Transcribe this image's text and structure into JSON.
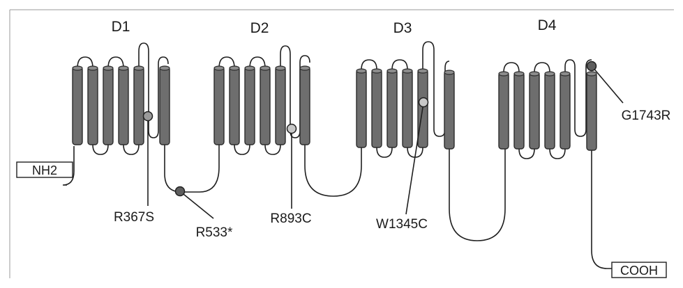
{
  "domains": [
    {
      "label": "D1"
    },
    {
      "label": "D2"
    },
    {
      "label": "D3"
    },
    {
      "label": "D4"
    }
  ],
  "termini": {
    "n_terminus": "NH2",
    "c_terminus": "COOH"
  },
  "mutations": [
    {
      "label": "R367S",
      "domain": "D1",
      "location": "segment S5-S6",
      "color": "#9a9a9a"
    },
    {
      "label": "R533*",
      "domain": "D1-D2 linker",
      "location": "intracellular linker",
      "color": "#5e5e5e"
    },
    {
      "label": "R893C",
      "domain": "D2",
      "location": "segment S5-S6",
      "color": "#c8c8c8"
    },
    {
      "label": "W1345C",
      "domain": "D3",
      "location": "segment S5-S6",
      "color": "#c8c8c8"
    },
    {
      "label": "G1743R",
      "domain": "D4",
      "location": "pore loop",
      "color": "#5e5e5e"
    }
  ],
  "colors": {
    "helix_fill": "#6e6e6e",
    "line": "#1f1f1f",
    "background": "#ffffff"
  }
}
